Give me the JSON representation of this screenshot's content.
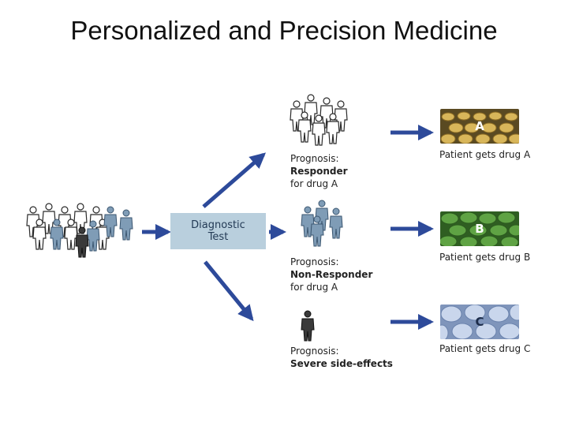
{
  "title": "Personalized and Precision Medicine",
  "diagnostic_box": {
    "line1": "Diagnostic",
    "line2": "Test"
  },
  "prognoses": [
    {
      "label": "Prognosis:",
      "result": "Responder",
      "detail": "for drug A"
    },
    {
      "label": "Prognosis:",
      "result": "Non-Responder",
      "detail": "for drug A"
    },
    {
      "label": "Prognosis:",
      "result": "Severe side-effects",
      "detail": ""
    }
  ],
  "drugs": [
    {
      "letter": "A",
      "caption": "Patient gets drug A",
      "color": "#b08a3a"
    },
    {
      "letter": "B",
      "caption": "Patient gets drug B",
      "color": "#4f8f3a"
    },
    {
      "letter": "C",
      "caption": "Patient gets drug C",
      "color": "#9bb3d6"
    }
  ],
  "colors": {
    "arrow": "#2d4a9a",
    "person_outline": "#2a2a2a",
    "person_blue": "#7f9cb6",
    "person_dark": "#3a3a3a"
  }
}
